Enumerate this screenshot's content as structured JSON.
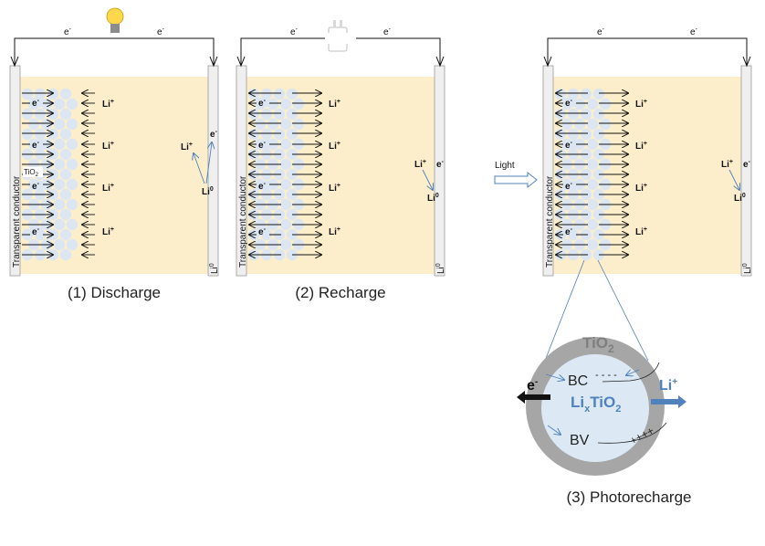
{
  "panels": [
    {
      "caption": "(1) Discharge",
      "wire_left": "e",
      "wire_right": "e",
      "conductor_label": "Transparent conductor",
      "li_metal": "Li",
      "li_metal_sup": "0",
      "tio2": "TiO",
      "tio2_sub": "2",
      "source_icon": "light-bulb-icon",
      "li_ions": [
        "Li",
        "Li",
        "Li",
        "Li"
      ],
      "electrons": [
        "e",
        "e",
        "e",
        "e"
      ],
      "ion_sup": "+",
      "e_sup": "-",
      "cathode": {
        "li_plus": "Li",
        "e": "e",
        "li0": "Li",
        "li0_sup": "0"
      }
    },
    {
      "caption": "(2) Recharge",
      "wire_left": "e",
      "wire_right": "e",
      "conductor_label": "Transparent conductor",
      "li_metal": "Li",
      "li_metal_sup": "0",
      "source_icon": "power-plug-icon",
      "li_ions": [
        "Li",
        "Li",
        "Li",
        "Li"
      ],
      "electrons": [
        "e",
        "e",
        "e",
        "e"
      ],
      "ion_sup": "+",
      "e_sup": "-",
      "cathode": {
        "li_plus": "Li",
        "e": "e",
        "li0": "Li",
        "li0_sup": "0"
      }
    },
    {
      "caption": "(3) Photorecharge",
      "wire_left": "e",
      "wire_right": "e",
      "conductor_label": "Transparent conductor",
      "li_metal": "Li",
      "li_metal_sup": "0",
      "light_label": "Light",
      "li_ions": [
        "Li",
        "Li",
        "Li",
        "Li"
      ],
      "electrons": [
        "e",
        "e",
        "e",
        "e"
      ],
      "ion_sup": "+",
      "e_sup": "-",
      "cathode": {
        "li_plus": "Li",
        "e": "e",
        "li0": "Li",
        "li0_sup": "0"
      }
    }
  ],
  "zoom": {
    "shell_label": "TiO",
    "shell_sub": "2",
    "bc": "BC",
    "bv": "BV",
    "core_label": "Li",
    "core_sub_x": "x",
    "core_tio": "TiO",
    "core_sub_2": "2",
    "electron_out": "e",
    "electron_sup": "-",
    "li_out": "Li",
    "li_sup": "+",
    "holes": "++++",
    "electrons_bc": "- - - -"
  },
  "colors": {
    "electrolyte": "#fdeecb",
    "particle": "#dce6f2",
    "blue": "#4f81bd",
    "shell": "#a6a6a6",
    "core": "#dce9f5"
  }
}
